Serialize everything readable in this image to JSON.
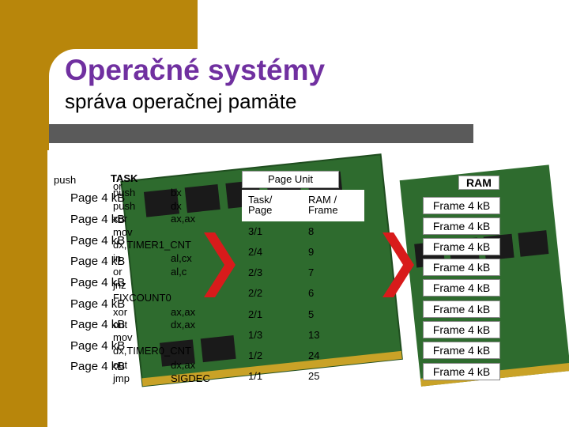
{
  "header": {
    "title": "Operačné systémy",
    "subtitle": "správa operačnej pamäte"
  },
  "colors": {
    "accent_gold": "#b8860b",
    "title_purple": "#7030a0",
    "divider_gray": "#5a5a5a",
    "arrow_red": "#d81b1b",
    "pcb_green": "#2e6b2e",
    "chip_black": "#1a1a1a"
  },
  "task": {
    "header": "TASK",
    "push_label": "push",
    "page_label": "Page 4 kB",
    "code": [
      {
        "op": "or",
        "arg": ""
      },
      {
        "op": "push",
        "arg": "bx"
      },
      {
        "op": "push",
        "arg": "dx"
      },
      {
        "op": "xor",
        "arg": "ax,ax"
      },
      {
        "op": "mov",
        "arg": ""
      },
      {
        "op": "dx,TIMER1_CNT",
        "arg": ""
      },
      {
        "op": "in",
        "arg": "al,cx"
      },
      {
        "op": "or",
        "arg": "al,c"
      },
      {
        "op": "jnz",
        "arg": ""
      },
      {
        "op": "FIXCOUNT0",
        "arg": ""
      },
      {
        "op": "xor",
        "arg": "ax,ax"
      },
      {
        "op": "out",
        "arg": "dx,ax"
      },
      {
        "op": "mov",
        "arg": ""
      },
      {
        "op": "dx,TIMER0_CNT",
        "arg": ""
      },
      {
        "op": "out",
        "arg": "dx,ax"
      },
      {
        "op": "jmp",
        "arg": "SIGDEC"
      }
    ]
  },
  "page_unit": {
    "header": "Page Unit",
    "col_task": "Task/ Page",
    "col_ram": "RAM / Frame",
    "rows": [
      {
        "task": "3/1",
        "frame": "8"
      },
      {
        "task": "2/4",
        "frame": "9"
      },
      {
        "task": "2/3",
        "frame": "7"
      },
      {
        "task": "2/2",
        "frame": "6"
      },
      {
        "task": "2/1",
        "frame": "5"
      },
      {
        "task": "1/3",
        "frame": "13"
      },
      {
        "task": "1/2",
        "frame": "24"
      },
      {
        "task": "1/1",
        "frame": "25"
      }
    ]
  },
  "ram": {
    "header": "RAM",
    "frame_label": "Frame 4 kB"
  }
}
